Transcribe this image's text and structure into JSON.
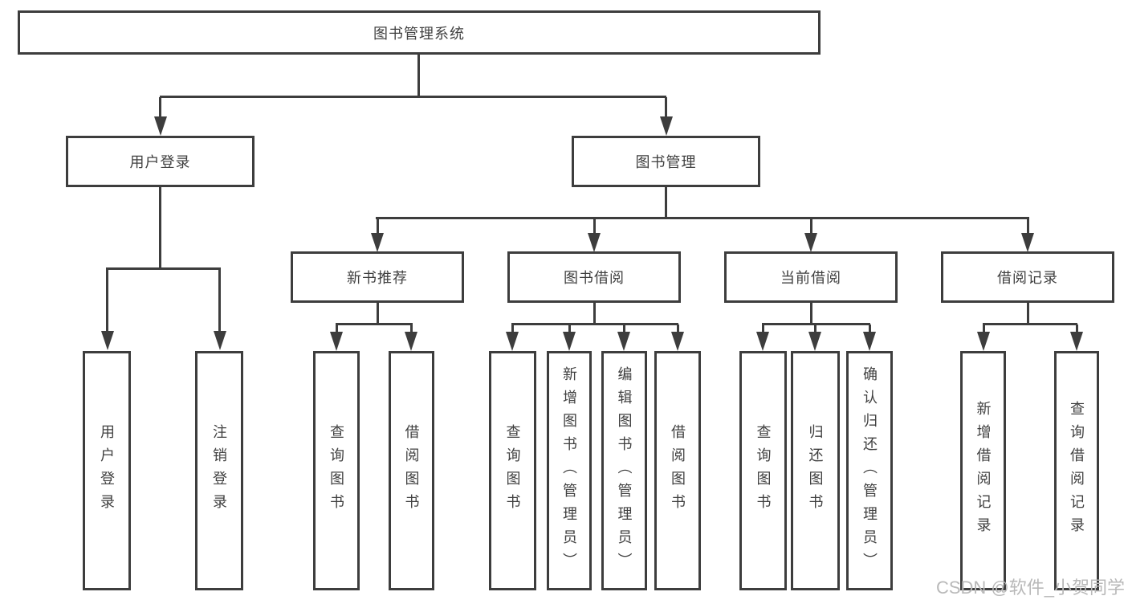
{
  "root": {
    "label": "图书管理系统"
  },
  "login": {
    "label": "用户登录",
    "leaves": [
      "用户登录",
      "注销登录"
    ]
  },
  "mgmt": {
    "label": "图书管理",
    "groups": [
      {
        "label": "新书推荐",
        "leaves": [
          "查询图书",
          "借阅图书"
        ]
      },
      {
        "label": "图书借阅",
        "leaves": [
          "查询图书",
          "新增图书（管理员）",
          "编辑图书（管理员）",
          "借阅图书"
        ]
      },
      {
        "label": "当前借阅",
        "leaves": [
          "查询图书",
          "归还图书",
          "确认归还（管理员）"
        ]
      },
      {
        "label": "借阅记录",
        "leaves": [
          "新增借阅记录",
          "查询借阅记录"
        ]
      }
    ]
  },
  "watermark": {
    "text": "CSDN @软件_小贺同学"
  },
  "colors": {
    "line": "#3d3d3d",
    "text": "#404040",
    "background": "#ffffff",
    "watermark": "#b9b9b9"
  }
}
